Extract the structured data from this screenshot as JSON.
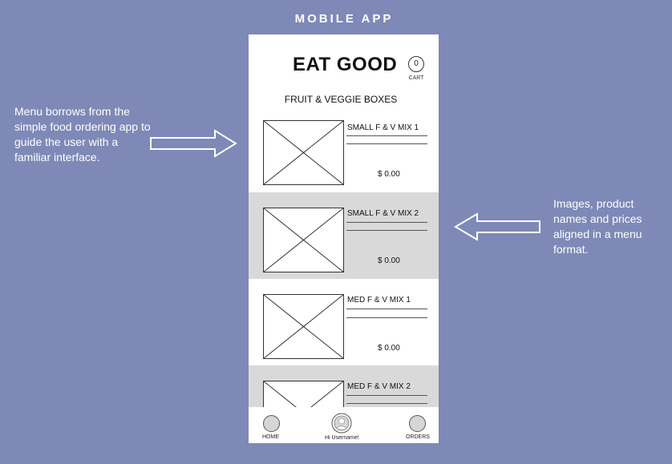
{
  "page_title": "MOBILE APP",
  "annotations": {
    "left": "Menu borrows from the simple food ordering app to guide the user with a familiar interface.",
    "right": "Images, product names and prices aligned in a menu format."
  },
  "app": {
    "brand": "EAT GOOD",
    "cart": {
      "count": "0",
      "label": "CART"
    },
    "section_title": "FRUIT & VEGGIE BOXES",
    "items": [
      {
        "name": "SMALL F & V MIX 1",
        "price": "$ 0.00"
      },
      {
        "name": "SMALL F & V MIX 2",
        "price": "$ 0.00"
      },
      {
        "name": "MED F & V MIX 1",
        "price": "$ 0.00"
      },
      {
        "name": "MED F & V MIX 2",
        "price": ""
      }
    ],
    "tabbar": {
      "home": "HOME",
      "profile": "Hi Username!",
      "orders": "ORDERS"
    }
  },
  "colors": {
    "background": "#7e89b7",
    "row_shade": "#d9d9d9",
    "text_on_bg": "#ffffff"
  }
}
